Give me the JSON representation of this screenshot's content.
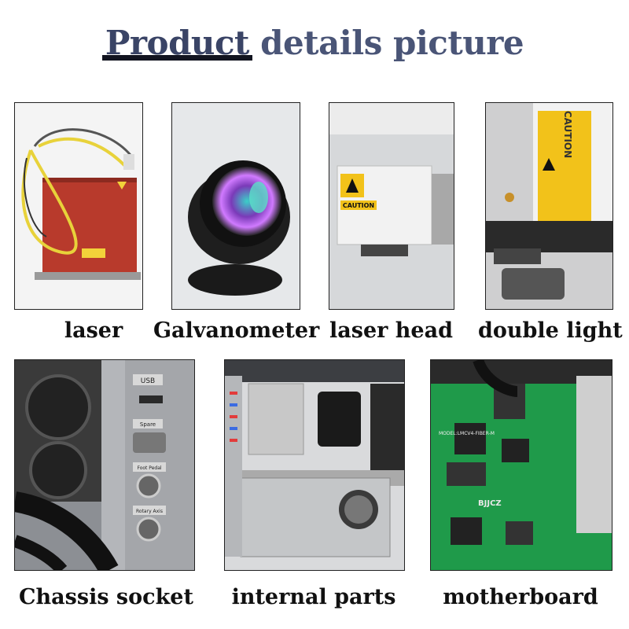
{
  "title": {
    "part1": "Product",
    "part2": "details picture"
  },
  "row1": [
    {
      "label": "laser"
    },
    {
      "label": "Galvanometer"
    },
    {
      "label": "laser head"
    },
    {
      "label": "double light"
    }
  ],
  "row2": [
    {
      "label": "Chassis socket"
    },
    {
      "label": "internal parts"
    },
    {
      "label": "motherboard"
    }
  ],
  "photo_text": {
    "caution": "CAUTION",
    "usb": "USB",
    "spare": "Spare",
    "foot_pedal": "Foot Pedal",
    "rotary_axis": "Rotary Axis",
    "bjjcz": "BJJCZ",
    "model": "MODEL:LMCV4-FIBER-M"
  },
  "colors": {
    "title": "#4a5577",
    "laser_box": "#b83a2c",
    "fiber": "#e8d23a",
    "pcb": "#1f9a4a"
  }
}
